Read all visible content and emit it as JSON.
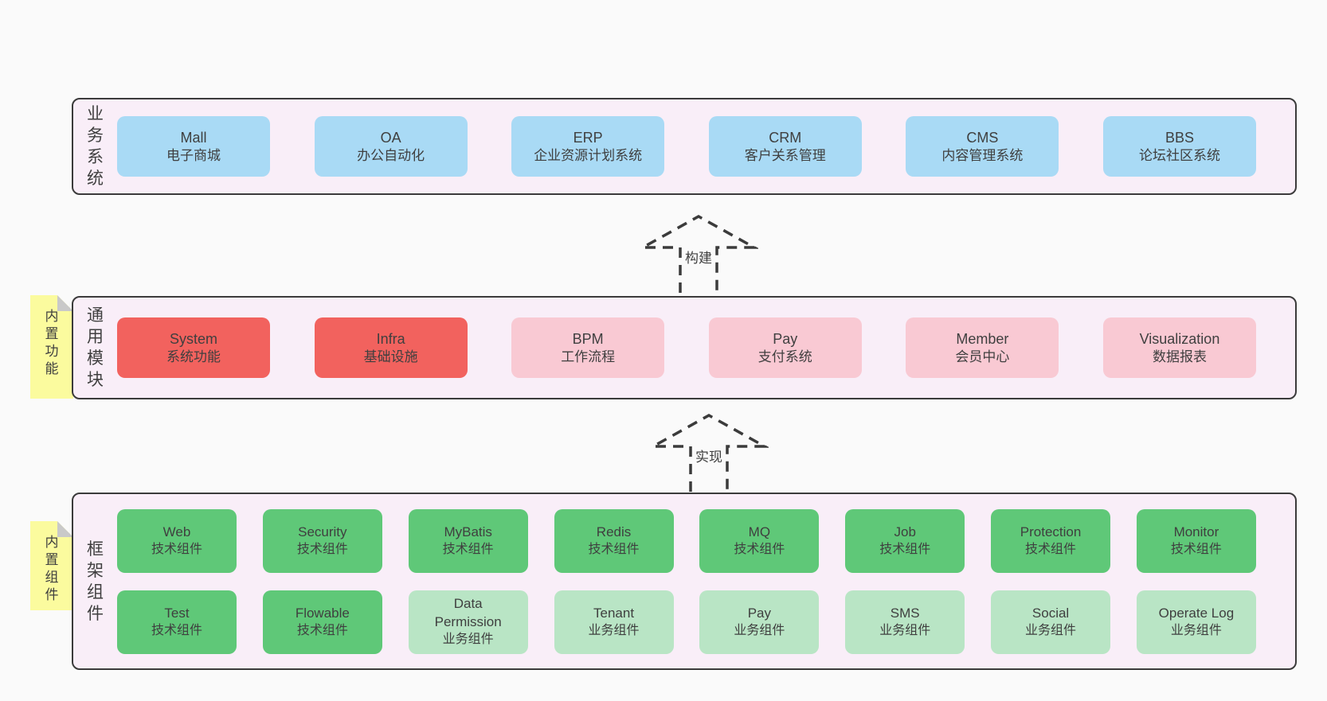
{
  "colors": {
    "page_background": "#fafafa",
    "layer_background": "#f9eef8",
    "layer_border": "#3b3b3b",
    "business_box": "#a9daf5",
    "core_module_box": "#f2625e",
    "optional_module_box": "#f9c9d3",
    "tech_component_box": "#5fc878",
    "biz_component_box": "#b9e5c5",
    "sticky_note": "#fbfb9e",
    "text": "#3f3f3f"
  },
  "arrows": [
    {
      "label": "构建"
    },
    {
      "label": "实现"
    }
  ],
  "layers": [
    {
      "label": "业务系统",
      "boxes": [
        {
          "title": "Mall",
          "subtitle": "电子商城"
        },
        {
          "title": "OA",
          "subtitle": "办公自动化"
        },
        {
          "title": "ERP",
          "subtitle": "企业资源计划系统"
        },
        {
          "title": "CRM",
          "subtitle": "客户关系管理"
        },
        {
          "title": "CMS",
          "subtitle": "内容管理系统"
        },
        {
          "title": "BBS",
          "subtitle": "论坛社区系统"
        }
      ]
    },
    {
      "label": "通用模块",
      "sticky": "内置功能",
      "boxes": [
        {
          "title": "System",
          "subtitle": "系统功能"
        },
        {
          "title": "Infra",
          "subtitle": "基础设施"
        },
        {
          "title": "BPM",
          "subtitle": "工作流程"
        },
        {
          "title": "Pay",
          "subtitle": "支付系统"
        },
        {
          "title": "Member",
          "subtitle": "会员中心"
        },
        {
          "title": "Visualization",
          "subtitle": "数据报表"
        }
      ]
    },
    {
      "label": "框架组件",
      "sticky": "内置组件",
      "rows": [
        [
          {
            "title": "Web",
            "subtitle": "技术组件"
          },
          {
            "title": "Security",
            "subtitle": "技术组件"
          },
          {
            "title": "MyBatis",
            "subtitle": "技术组件"
          },
          {
            "title": "Redis",
            "subtitle": "技术组件"
          },
          {
            "title": "MQ",
            "subtitle": "技术组件"
          },
          {
            "title": "Job",
            "subtitle": "技术组件"
          },
          {
            "title": "Protection",
            "subtitle": "技术组件"
          },
          {
            "title": "Monitor",
            "subtitle": "技术组件"
          }
        ],
        [
          {
            "title": "Test",
            "subtitle": "技术组件"
          },
          {
            "title": "Flowable",
            "subtitle": "技术组件"
          },
          {
            "title": "Data Permission",
            "subtitle": "业务组件"
          },
          {
            "title": "Tenant",
            "subtitle": "业务组件"
          },
          {
            "title": "Pay",
            "subtitle": "业务组件"
          },
          {
            "title": "SMS",
            "subtitle": "业务组件"
          },
          {
            "title": "Social",
            "subtitle": "业务组件"
          },
          {
            "title": "Operate Log",
            "subtitle": "业务组件"
          }
        ]
      ]
    }
  ]
}
